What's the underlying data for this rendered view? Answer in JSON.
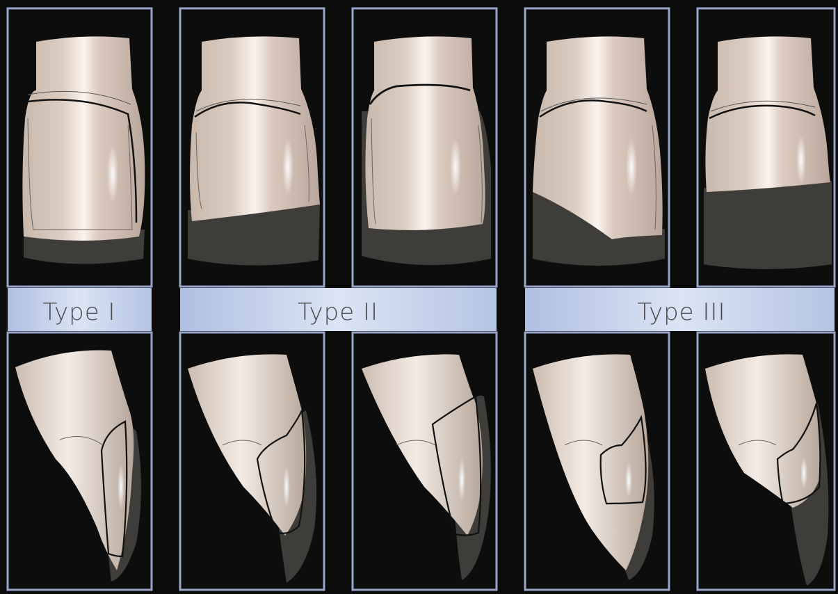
{
  "figure": {
    "labels": {
      "type_1": "Type I",
      "type_2": "Type II",
      "type_3": "Type III"
    },
    "colors": {
      "background": "#0b0b0b",
      "panel_border": "#9aa6c9",
      "label_band": "#c7d3ec",
      "enamel": "#e6d9cf",
      "shadow_gray": "#3f3d39",
      "outline": "#111111"
    },
    "panels": [
      {
        "group": "Type I",
        "view": "labial",
        "preparation": "window"
      },
      {
        "group": "Type II",
        "view": "labial",
        "preparation": "feathered incisal edge"
      },
      {
        "group": "Type II",
        "view": "labial",
        "preparation": "bevel"
      },
      {
        "group": "Type III",
        "view": "labial",
        "preparation": "oblique incisal overlap"
      },
      {
        "group": "Type III",
        "view": "labial",
        "preparation": "incisal overlap"
      }
    ]
  }
}
